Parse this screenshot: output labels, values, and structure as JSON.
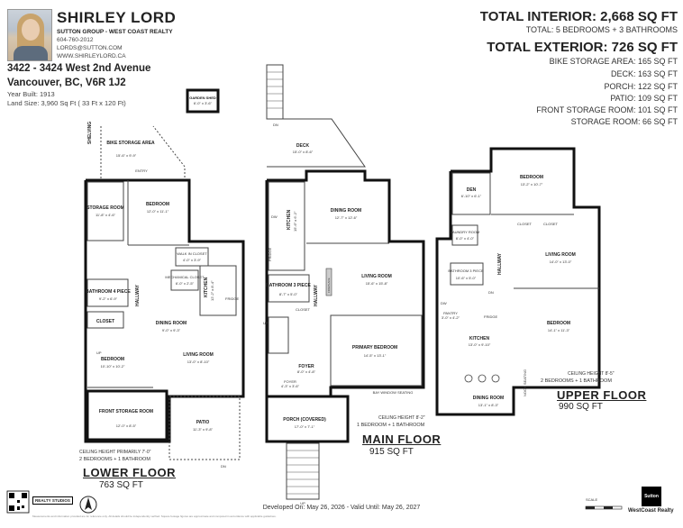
{
  "agent": {
    "name": "SHIRLEY LORD",
    "company": "SUTTON GROUP - WEST COAST REALTY",
    "phone": "604-760-2012",
    "email": "LORDS@SUTTON.COM",
    "website": "WWW.SHIRLEYLORD.CA"
  },
  "property": {
    "address_line1": "3422 - 3424 West 2nd Avenue",
    "address_line2": "Vancouver, BC, V6R 1J2",
    "year_built": "Year Built: 1913",
    "land_size": "Land Size: 3,960 Sq Ft ( 33 Ft x 120 Ft)"
  },
  "totals": {
    "interior_title": "TOTAL INTERIOR: 2,668 SQ FT",
    "interior_sub": "TOTAL: 5 BEDROOMS  + 3 BATHROOMS",
    "exterior_title": "TOTAL EXTERIOR: 726 SQ FT",
    "exterior_items": [
      "BIKE STORAGE AREA: 165 SQ FT",
      "DECK: 163 SQ FT",
      "PORCH: 122 SQ FT",
      "PATIO: 109 SQ FT",
      "FRONT STORAGE ROOM: 101 SQ FT",
      "STORAGE ROOM: 66 SQ FT"
    ]
  },
  "floors": {
    "lower": {
      "ceiling": "CEILING HEIGHT PRIMARILY 7'-0\"",
      "beds": "2 BEDROOMS + 1 BATHROOM",
      "name": "LOWER FLOOR",
      "area": "763 SQ FT",
      "rooms": {
        "garden_shed": {
          "name": "GARDEN SHED",
          "dim": "6'-0\" x 3'-6\""
        },
        "shelving": "SHELVING",
        "bike": {
          "name": "BIKE STORAGE AREA",
          "dim": "15'-6\" x 9'-9\""
        },
        "entry": "ENTRY",
        "storage": {
          "name": "STORAGE ROOM",
          "dim": "11'-8\" x 4'-6\""
        },
        "bedroom": {
          "name": "BEDROOM",
          "dim": "12'-0\" x 11'-1\""
        },
        "walkin": {
          "name": "WALK IN CLOSET",
          "dim": "4'-0\" x 3'-9\""
        },
        "mech": {
          "name": "MECHANICAL CLOSET",
          "dim": "6'-0\" x 2'-5\""
        },
        "bath": {
          "name": "BATHROOM 4 PIECE",
          "dim": "9'-2\" x 6'-9\""
        },
        "hallway": "HALLWAY",
        "kitchen": {
          "name": "KITCHEN",
          "dim": "12'-2\" x 8'-4\""
        },
        "closet": "CLOSET",
        "dining": {
          "name": "DINING ROOM",
          "dim": "9'-0\" x 9'-3\""
        },
        "bedroom2": {
          "name": "BEDROOM",
          "dim": "10'-10\" x 10'-2\""
        },
        "living": {
          "name": "LIVING ROOM",
          "dim": "13'-0\" x 8'-10\""
        },
        "front_storage": {
          "name": "FRONT STORAGE ROOM",
          "dim": "12'-0\" x 8'-5\""
        },
        "patio": {
          "name": "PATIO",
          "dim": "11'-3\" x 9'-8\""
        },
        "up": "UP",
        "dn": "DN",
        "fridge": "FRIDGE"
      }
    },
    "main": {
      "ceiling": "CEILING HEIGHT 8'-2\"",
      "beds": "1 BEDROOM + 1 BATHROOM",
      "name": "MAIN FLOOR",
      "area": "915 SQ FT",
      "rooms": {
        "deck": {
          "name": "DECK",
          "dim": "15'-0\" x 8'-6\""
        },
        "dining": {
          "name": "DINING ROOM",
          "dim": "12'-7\" x 12'-6\""
        },
        "kitchen": {
          "name": "KITCHEN",
          "dim": "15'-6\" x 6'-2\""
        },
        "living": {
          "name": "LIVING ROOM",
          "dim": "15'-6\" x 15'-8\""
        },
        "bath": {
          "name": "BATHROOM 3 PIECE",
          "dim": "8'-7\" x 5'-0\""
        },
        "hallway": "HALLWAY",
        "fireplace": "FIREPLACE",
        "primary": {
          "name": "PRIMARY BEDROOM",
          "dim": "14'-5\" x 13'-1\""
        },
        "foyer": {
          "name": "FOYER",
          "dim": "8'-0\" x 4'-8\""
        },
        "foyer2": {
          "name": "FOYER",
          "dim": "4'-3\" x 3'-6\""
        },
        "bay": "BAY WINDOW SEATING",
        "porch": {
          "name": "PORCH (COVERED)",
          "dim": "17'-0\" x 7'-1\""
        },
        "closet": "CLOSET",
        "up": "UP",
        "dn": "DN",
        "dw": "DW",
        "fridge": "FRIDGE"
      }
    },
    "upper": {
      "ceiling": "CEILING HEIGHT 8'-5\"",
      "beds": "2 BEDROOMS + 1 BATHROOM",
      "name": "UPPER FLOOR",
      "area": "990 SQ FT",
      "rooms": {
        "den": {
          "name": "DEN",
          "dim": "6'-10\" x 6'-1\""
        },
        "bedroom": {
          "name": "BEDROOM",
          "dim": "13'-2\" x 10'-7\""
        },
        "closet": "CLOSET",
        "laundry": {
          "name": "LAUNDRY ROOM",
          "dim": "6'-0\" x 4'-0\""
        },
        "hallway": "HALLWAY",
        "living": {
          "name": "LIVING ROOM",
          "dim": "14'-0\" x 13'-0\""
        },
        "bath": {
          "name": "BATHROOM 3 PIECE",
          "dim": "10'-6\" x 5'-0\""
        },
        "pantry": {
          "name": "PANTRY",
          "dim": "3'-0\" x 4'-2\""
        },
        "kitchen": {
          "name": "KITCHEN",
          "dim": "13'-0\" x 9'-10\""
        },
        "bedroom2": {
          "name": "BEDROOM",
          "dim": "14'-1\" x 11'-3\""
        },
        "dining": {
          "name": "DINING ROOM",
          "dim": "13'-1\" x 8'-3\""
        },
        "nook": "NOOK SEATING",
        "fridge": "FRIDGE",
        "dn": "DN",
        "dw": "DW"
      }
    }
  },
  "footer": {
    "developed": "Developed On: May 26, 2026 - Valid Until: May 26, 2027",
    "realty_studios": "REALTY STUDIOS",
    "scale": "SCALE",
    "sutton_brand": "Sutton",
    "sutton_sub": "WestCoast Realty",
    "disclaimer": "Measurements and information provided are for reference only. All details should be independently verified. Square footage figures are approximate and computed in accordance with applicable guidelines."
  },
  "colors": {
    "wall": "#111111",
    "accent": "#000000"
  }
}
